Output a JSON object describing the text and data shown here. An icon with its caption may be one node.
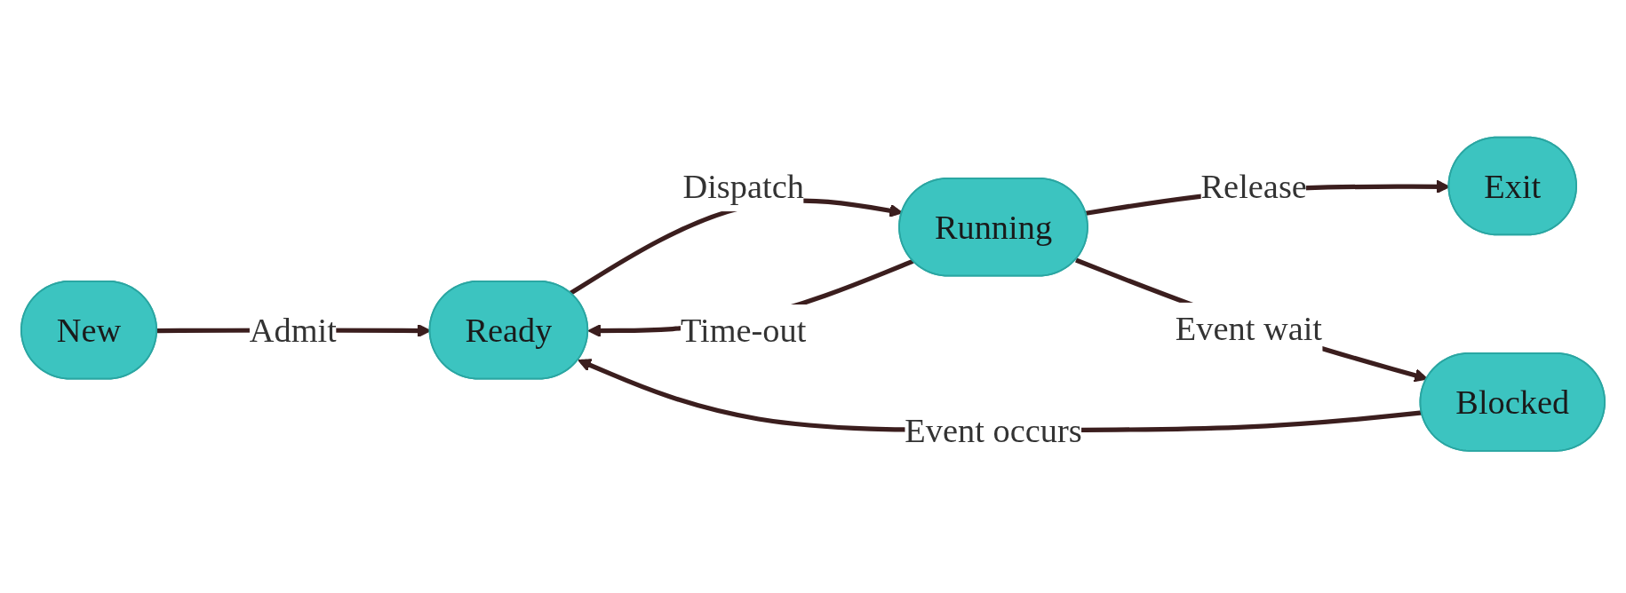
{
  "diagram": {
    "nodes": [
      {
        "text": [
          "New"
        ]
      },
      {
        "text": [
          "Ready"
        ]
      },
      {
        "text": [
          "Running"
        ]
      },
      {
        "text": [
          "Exit"
        ]
      },
      {
        "text": [
          "Blocked"
        ]
      }
    ],
    "edges": [
      {
        "from": 0,
        "to": 1,
        "label": "Admit",
        "arrow": "to"
      },
      {
        "from": 1,
        "to": 2,
        "label": "Dispatch",
        "arrow": "to"
      },
      {
        "from": 2,
        "to": 1,
        "label": "Time-out",
        "arrow": "to"
      },
      {
        "from": 2,
        "to": 3,
        "label": "Release",
        "arrow": "to"
      },
      {
        "from": 2,
        "to": 4,
        "label": "Event wait",
        "arrow": "to"
      },
      {
        "from": 4,
        "to": 1,
        "label": "Event occurs",
        "arrow": "to"
      }
    ]
  }
}
